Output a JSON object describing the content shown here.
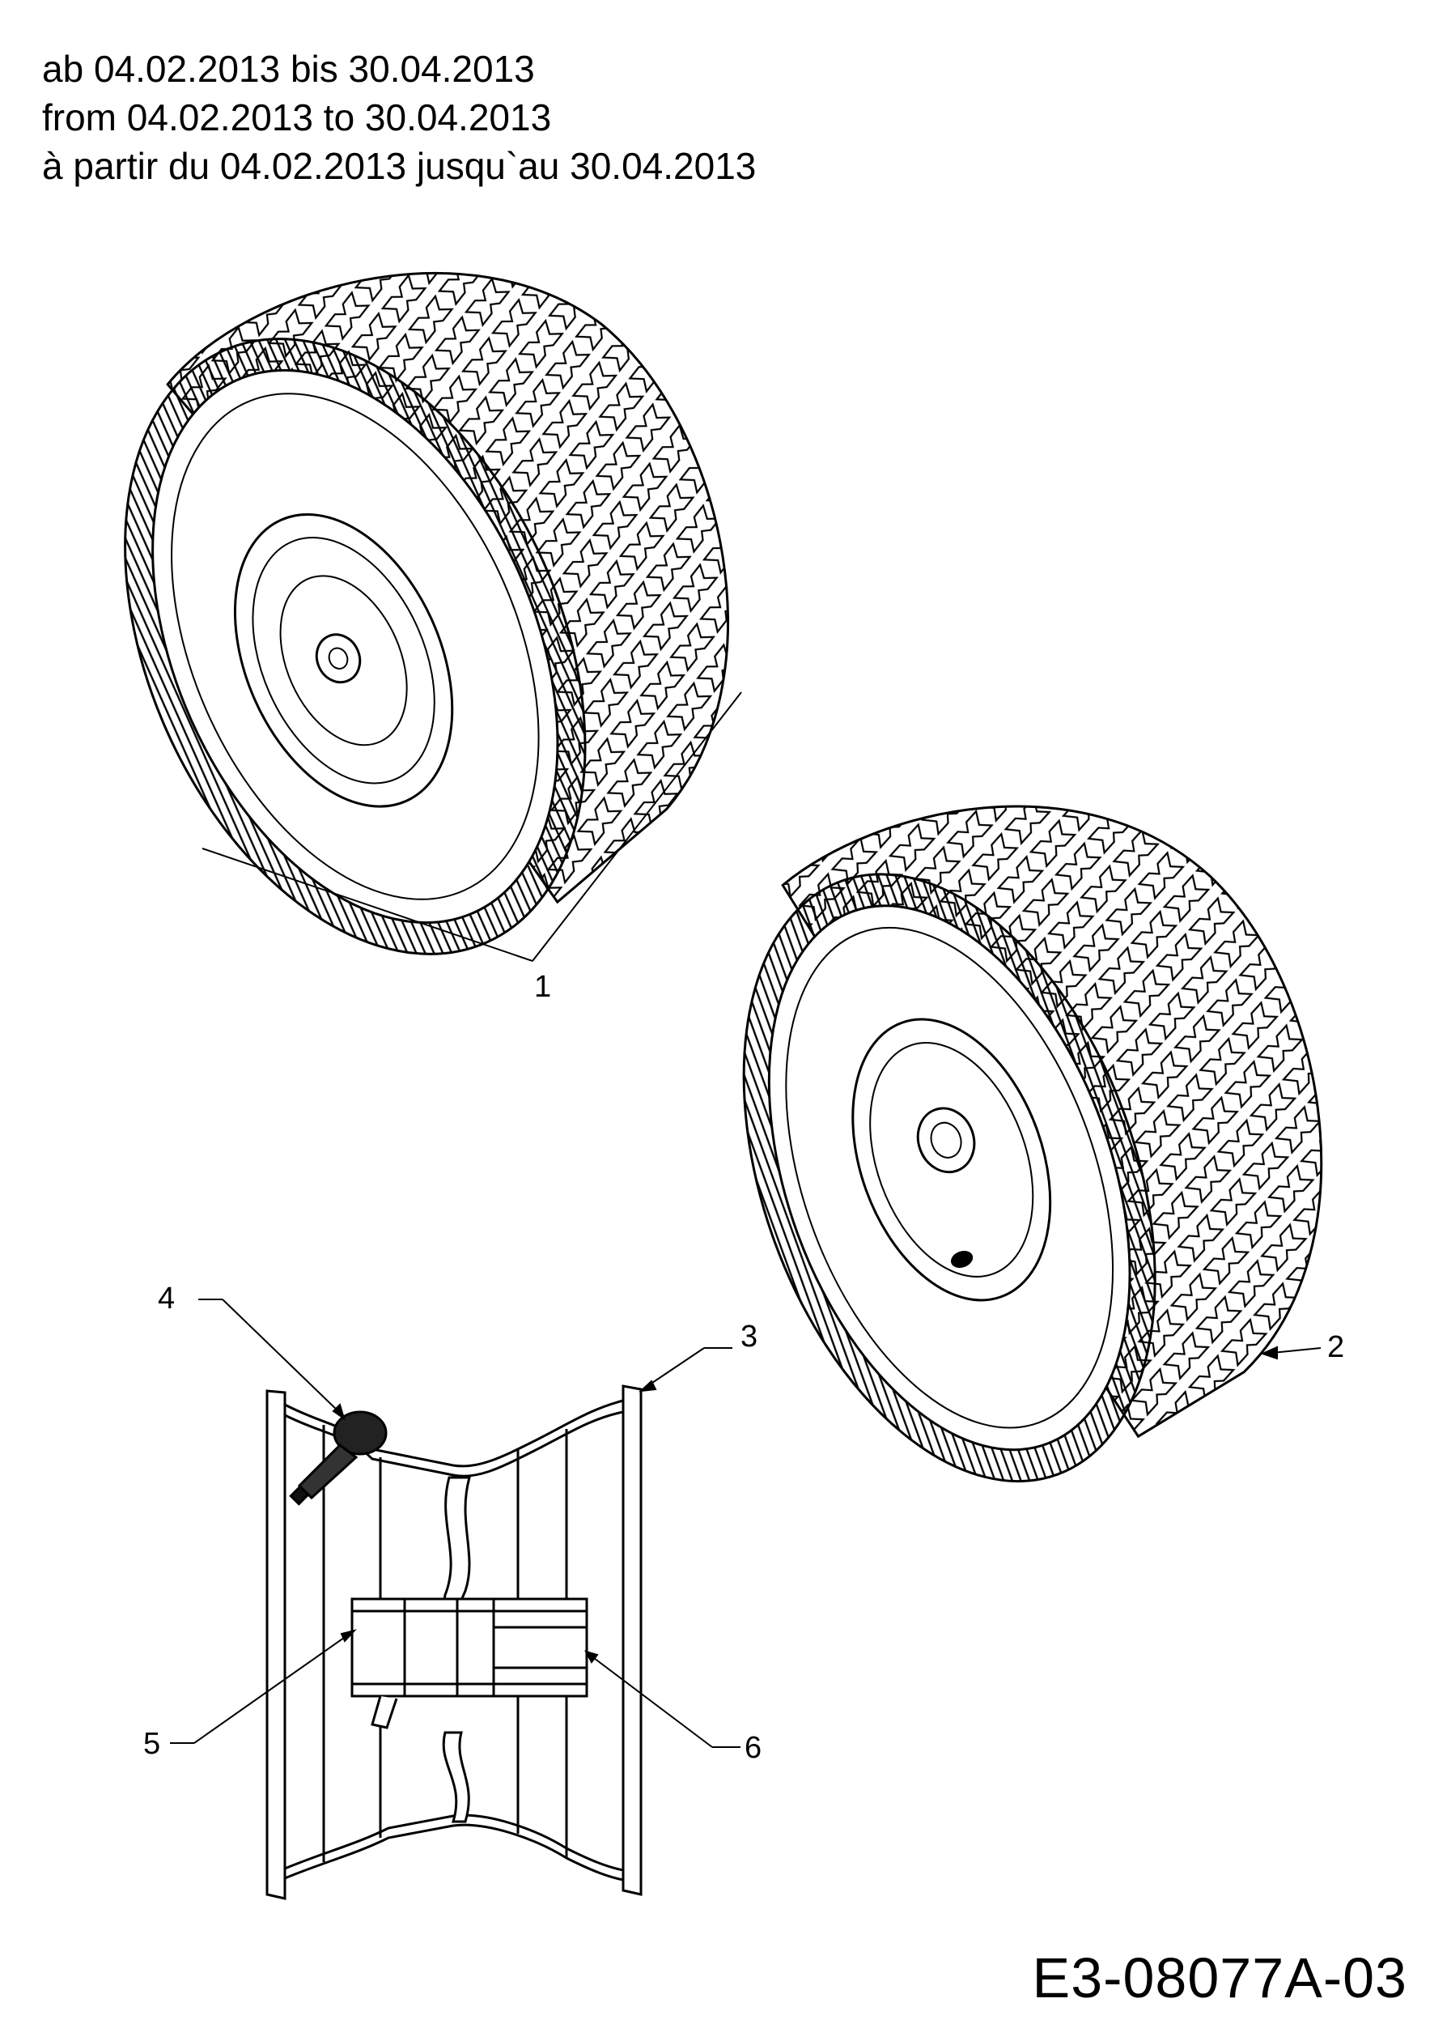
{
  "validity": {
    "de": "ab 04.02.2013 bis 30.04.2013",
    "en": "from 04.02.2013 to 30.04.2013",
    "fr": "à partir du 04.02.2013 jusqu`au 30.04.2013"
  },
  "callouts": {
    "c1": "1",
    "c2": "2",
    "c3": "3",
    "c4": "4",
    "c5": "5",
    "c6": "6"
  },
  "drawing_code": "E3-08077A-03"
}
